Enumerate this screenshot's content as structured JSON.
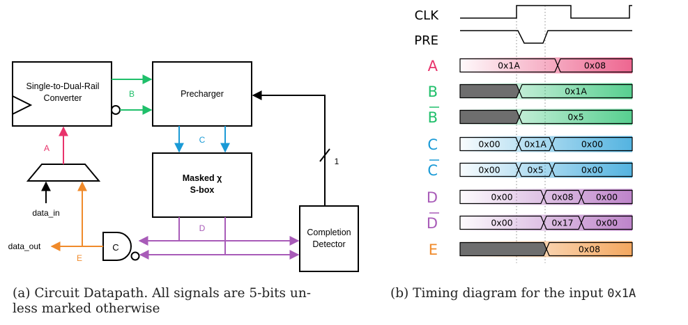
{
  "colors": {
    "red": "#e8336b",
    "green": "#1fbf6a",
    "blue": "#1a9ad6",
    "purple": "#a85bb8",
    "orange": "#f08a2a",
    "dark": "#6e6e6e",
    "black": "#000000"
  },
  "datapath": {
    "converter_label_1": "Single-to-Dual-Rail",
    "converter_label_2": "Converter",
    "precharger_label": "Precharger",
    "sbox_label_1": "Masked χ",
    "sbox_label_2": "S-box",
    "completion_label_1": "Completion",
    "completion_label_2": "Detector",
    "celement_label": "C",
    "signal_a": "A",
    "signal_b": "B",
    "signal_c": "C",
    "signal_d": "D",
    "signal_e": "E",
    "data_in": "data_in",
    "data_out": "data_out",
    "bus_width": "1"
  },
  "timing": {
    "clk_label": "CLK",
    "pre_label": "PRE",
    "rows": [
      {
        "label": "A",
        "bar": false,
        "color": "#e8336b",
        "segments": [
          {
            "value": "0x1A"
          },
          {
            "value": "0x08"
          }
        ]
      },
      {
        "label": "B",
        "bar": false,
        "color": "#1fbf6a",
        "segments": [
          {
            "value": "",
            "dark": true
          },
          {
            "value": "0x1A"
          }
        ]
      },
      {
        "label": "B",
        "bar": true,
        "color": "#1fbf6a",
        "segments": [
          {
            "value": "",
            "dark": true
          },
          {
            "value": "0x5"
          }
        ]
      },
      {
        "label": "C",
        "bar": false,
        "color": "#1a9ad6",
        "segments": [
          {
            "value": "0x00"
          },
          {
            "value": "0x1A"
          },
          {
            "value": "0x00"
          }
        ]
      },
      {
        "label": "C",
        "bar": true,
        "color": "#1a9ad6",
        "segments": [
          {
            "value": "0x00"
          },
          {
            "value": "0x5"
          },
          {
            "value": "0x00"
          }
        ]
      },
      {
        "label": "D",
        "bar": false,
        "color": "#a85bb8",
        "segments": [
          {
            "value": "0x00"
          },
          {
            "value": "0x08"
          },
          {
            "value": "0x00"
          }
        ]
      },
      {
        "label": "D",
        "bar": true,
        "color": "#a85bb8",
        "segments": [
          {
            "value": "0x00"
          },
          {
            "value": "0x17"
          },
          {
            "value": "0x00"
          }
        ]
      },
      {
        "label": "E",
        "bar": false,
        "color": "#f08a2a",
        "segments": [
          {
            "value": "",
            "dark": true
          },
          {
            "value": "0x08"
          }
        ]
      }
    ]
  },
  "captions": {
    "a_line1": "(a) Circuit Datapath. All signals are 5-bits un-",
    "a_line2": "less marked otherwise",
    "b_text": "(b) Timing diagram for the input ",
    "b_code": "0x1A"
  }
}
